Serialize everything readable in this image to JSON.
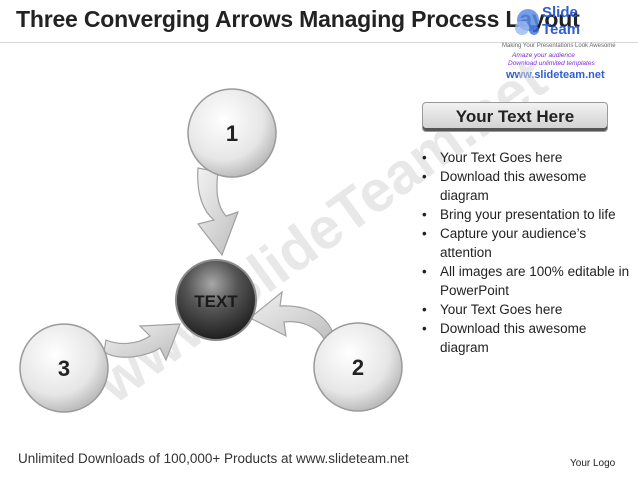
{
  "title": "Three Converging Arrows Managing Process Layout",
  "logo": {
    "name_top": "Slide",
    "name_bottom": "Team",
    "tagline": "Making Your Presentations Look Awesome",
    "promo_line1": "Amaze your audience",
    "promo_line2": "Download unlimited templates",
    "url": "www.slideteam.net"
  },
  "watermark": "www.SlideTeam.net",
  "diagram": {
    "center_label": "TEXT",
    "nodes": [
      {
        "label": "1"
      },
      {
        "label": "2"
      },
      {
        "label": "3"
      }
    ]
  },
  "panel": {
    "header": "Your Text Here",
    "bullets": [
      "Your Text Goes here",
      "Download this awesome diagram",
      "Bring your presentation to life",
      "Capture your audience’s attention",
      "All images are 100% editable in PowerPoint",
      "Your Text Goes here",
      "Download this awesome diagram"
    ]
  },
  "footer": {
    "promo": "Unlimited Downloads of 100,000+ Products at www.slideteam.net",
    "your_logo": "Your Logo"
  },
  "colors": {
    "circle_light": "#e0e0e0",
    "circle_dark": "#3a3a3a",
    "arrow_fill": "#d2d2d2",
    "logo_blue": "#2f5fd0",
    "promo_purple": "#7a2be0"
  }
}
